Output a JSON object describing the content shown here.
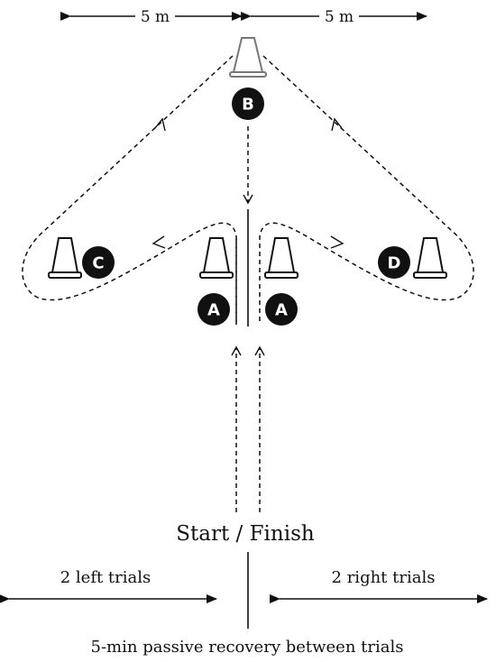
{
  "distances": {
    "left": "5 m",
    "right": "5 m"
  },
  "markers": {
    "b": "B",
    "c": "C",
    "d": "D",
    "a_left": "A",
    "a_right": "A"
  },
  "labels": {
    "start_finish": "Start / Finish",
    "left_trials": "2 left trials",
    "right_trials": "2 right trials",
    "recovery": "5-min passive recovery between trials"
  },
  "colors": {
    "line": "#111111",
    "badge": "#111111",
    "badge_text": "#ffffff",
    "cone_fill": "#ffffff",
    "cone_stroke": "#111111",
    "cone_b_stroke": "#777777",
    "background": "#ffffff"
  }
}
